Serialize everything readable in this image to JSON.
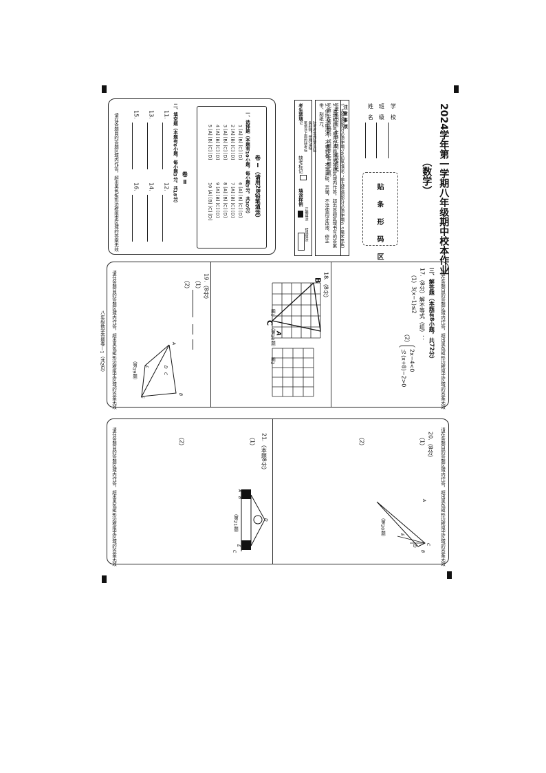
{
  "header": {
    "title": "2024学年第一学期八年级期中校本作业",
    "subject": "（数学）",
    "school_label": "学　校",
    "class_label": "班　级",
    "name_label": "姓　名",
    "barcode_area": "贴 条 形 码 区"
  },
  "notice": {
    "label": "注意事项",
    "items": [
      "1. 选择题部分必须使用2B铅笔填涂；非选择题部分必须使用0.5毫米黑色签字笔书写，字体工整，笔迹清楚。",
      "2. 请按照题号顺序在各题目的答题区域内作答，超出答题区域书写的答案无效；在草稿纸、试题卷上答题无效。",
      "3. 保持卡面清洁，不要折叠、不要弄破、弄皱，不准使用涂改液、修正带、刮纸刀。"
    ]
  },
  "mark_legend": {
    "candidate_label": "考生禁填",
    "absent_label": "缺考标记",
    "absent_note": "缺考考生由监考员贴条形码，并用2B铅笔填涂上面的缺考标记",
    "fill_label": "填涂样例",
    "correct_label": "正确填涂",
    "wrong_label": "错误填涂"
  },
  "part1": {
    "title": "卷 Ⅰ（请用2B铅笔填涂）",
    "section": "一、选择题（本题有10小题，每小题3分，共30分）",
    "rows_left": [
      "1 [A] [B] [C] [D]",
      "2 [A] [B] [C] [D]",
      "3 [A] [B] [C] [D]",
      "4 [A] [B] [C] [D]",
      "5 [A] [B] [C] [D]"
    ],
    "rows_right": [
      "6 [A] [B] [C] [D]",
      "7 [A] [B] [C] [D]",
      "8 [A] [B] [C] [D]",
      "9 [A] [B] [C] [D]",
      "10 [A] [B] [C] [D]"
    ]
  },
  "part2": {
    "title": "卷 Ⅱ",
    "section": "二、填空题（本题有6小题，每小题3分，共18分）",
    "blanks": [
      "11.",
      "12.",
      "13.",
      "14.",
      "15.",
      "16."
    ]
  },
  "warning": "请在各题目的答题区域内作答，超出黑色矩形边框限定区域的答案无效",
  "page2": {
    "section3": "三、解答题（本题有8小题，共72分）",
    "q17": "17.（8分）解不等式（组）：",
    "q17_1": "（1）3(x−1)≤2",
    "q17_2": "（2）",
    "q17_sys1": "2x−4<0",
    "q17_sys2": "½(x+8)−2>0",
    "q18": "18.（8分）",
    "q18_fig1": "图1",
    "q18_fig2": "图2",
    "q18_caption": "（第18题）",
    "q18_B": "B",
    "q18_C": "C",
    "q18_A": "A",
    "q19": "19.（8分）",
    "q19_1": "（1）",
    "q19_2": "（2）",
    "q19_caption": "（第19题）",
    "q19_pts": [
      "A",
      "D",
      "C",
      "F",
      "E",
      "B"
    ],
    "footer": "八年级数学答题卷—1（共2页）"
  },
  "page3": {
    "q20": "20.（8分）",
    "q20_1": "（1）",
    "q20_2": "（2）",
    "q20_caption": "（第20题）",
    "q20_pts": [
      "A",
      "C",
      "E",
      "D",
      "B"
    ],
    "q21": "21.（本题8分）",
    "q21_1": "（1）",
    "q21_2": "（2）",
    "q21_caption": "（第21题）",
    "q21_pts": [
      "A",
      "B",
      "E",
      "C",
      "D"
    ]
  }
}
